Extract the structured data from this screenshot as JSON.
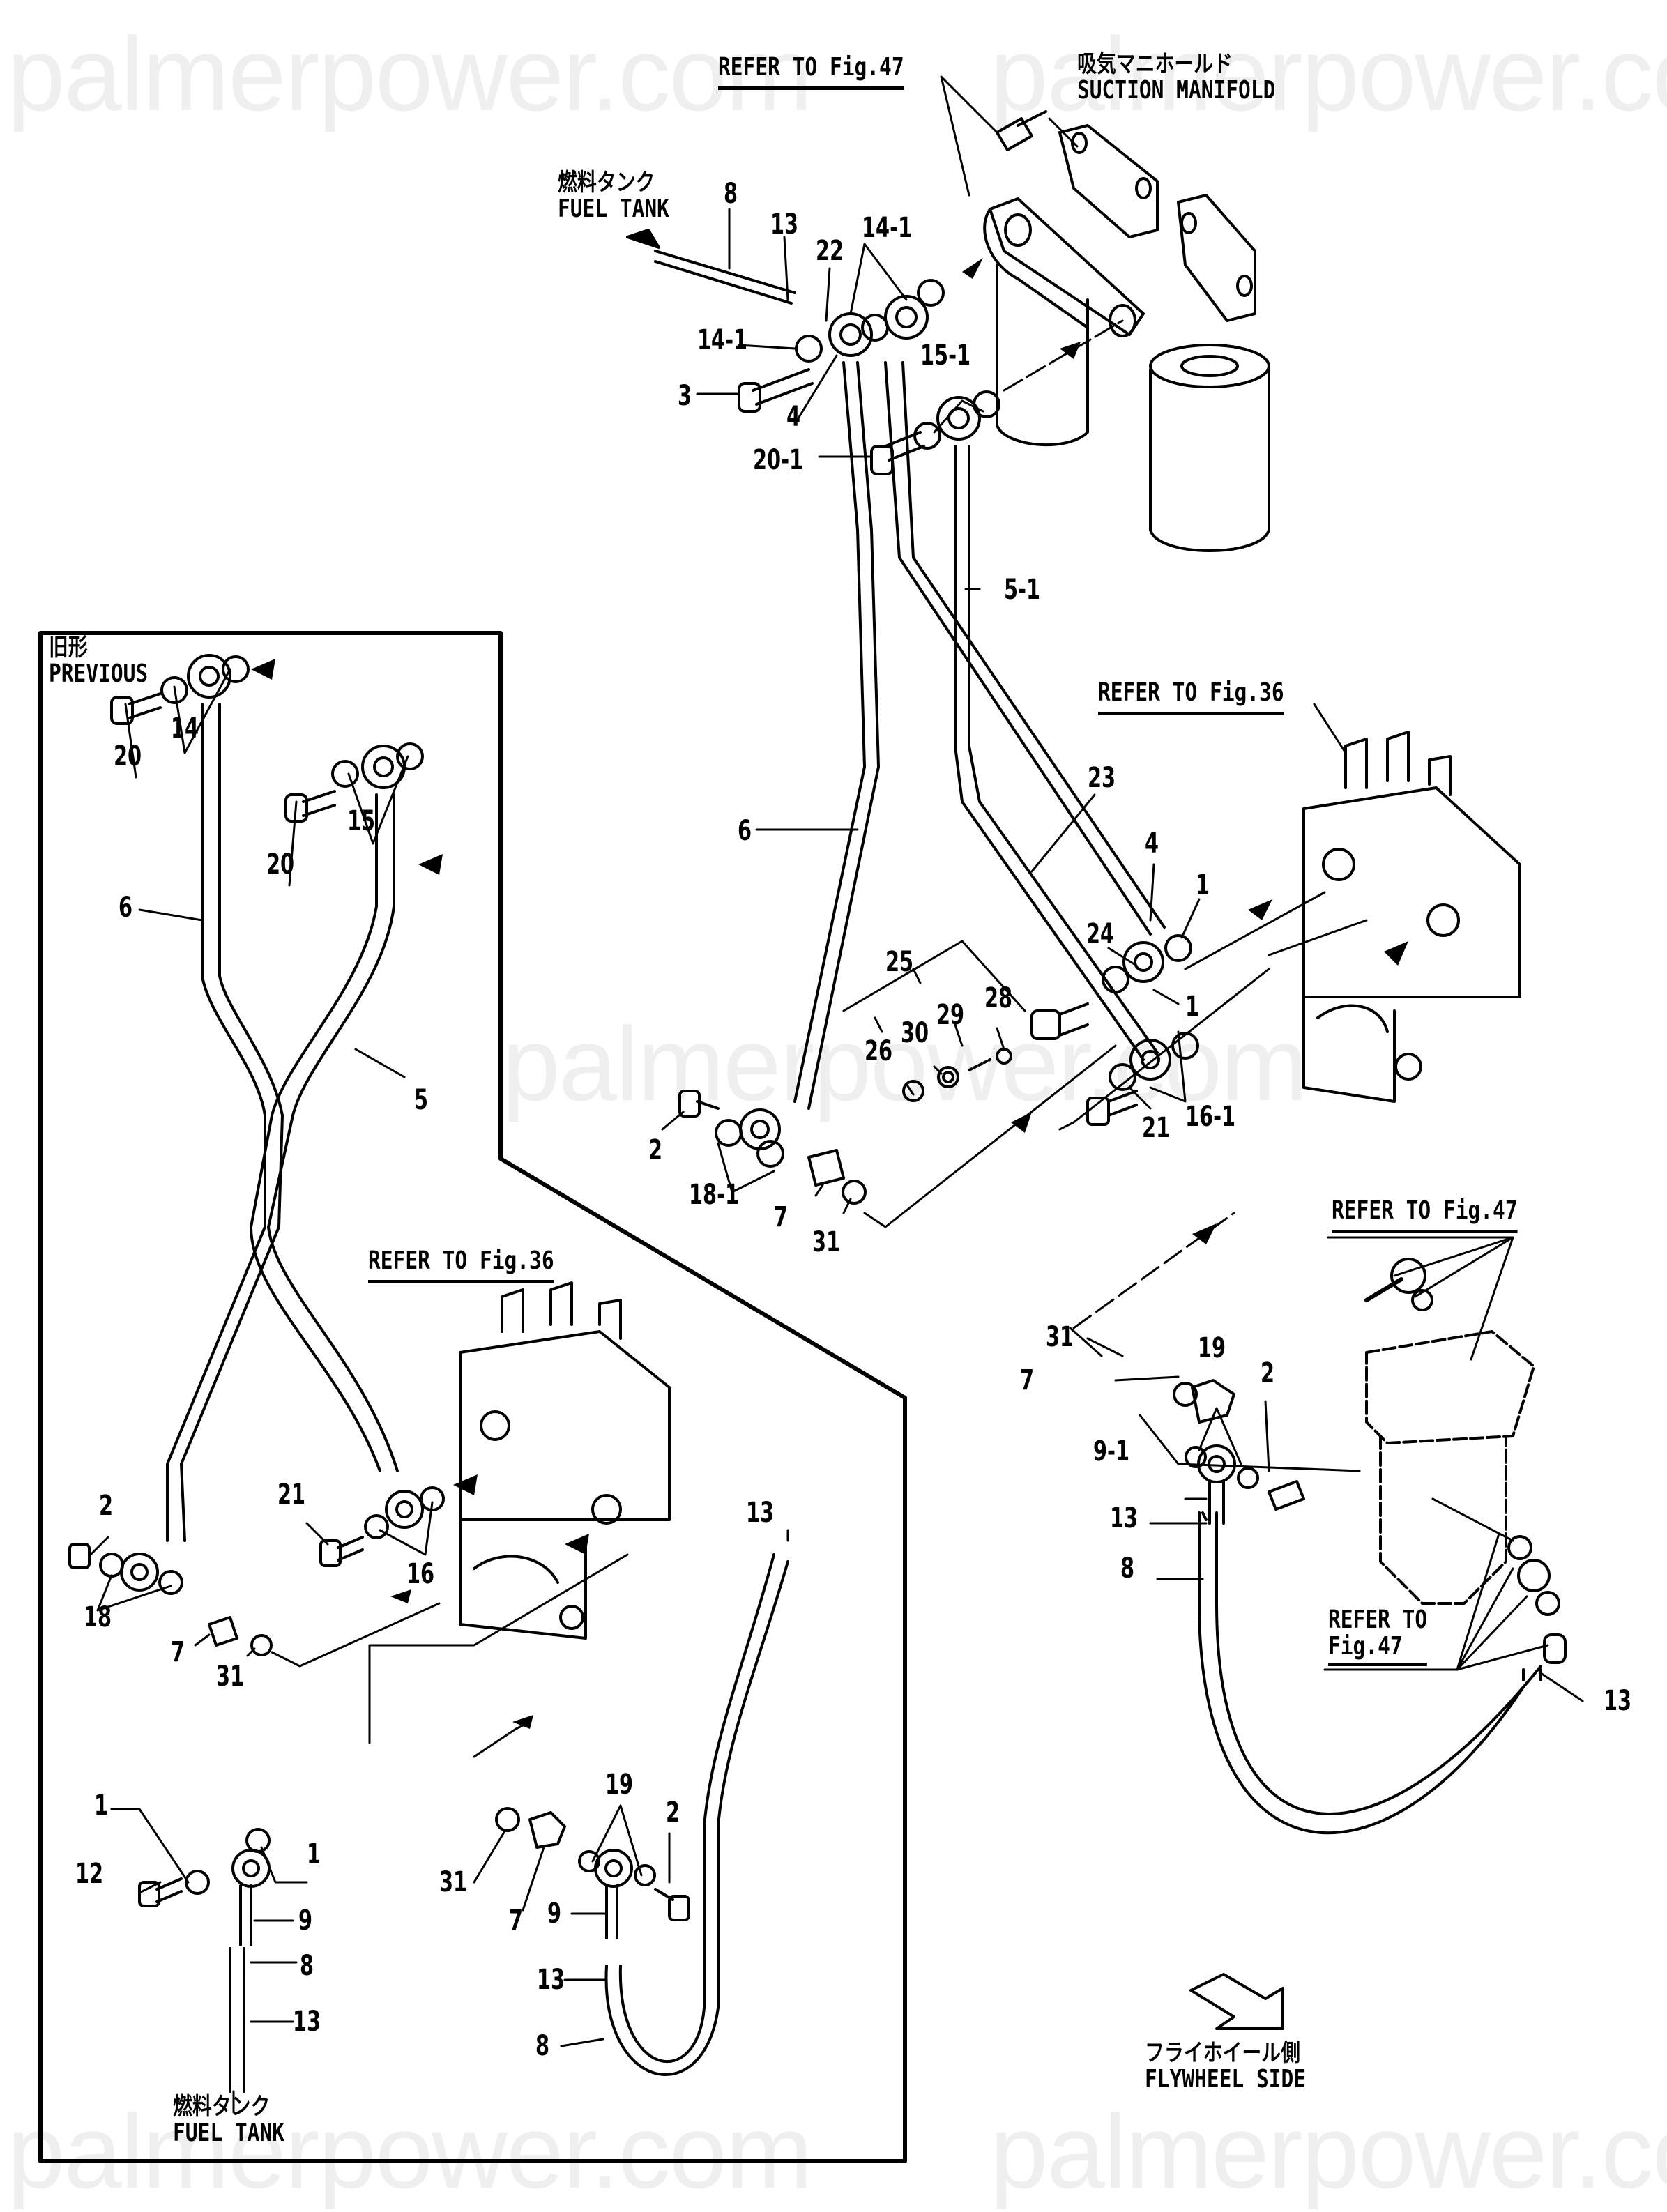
{
  "watermark": "palmerpower.com",
  "notes": {
    "refer_fig47_top": "REFER TO Fig.47",
    "suction_manifold_jp": "吸気マニホールド",
    "suction_manifold_en": "SUCTION MANIFOLD",
    "fuel_tank_top_jp": "燃料タンク",
    "fuel_tank_top_en": "FUEL TANK",
    "refer_fig36_main": "REFER TO Fig.36",
    "refer_fig47_right": "REFER TO Fig.47",
    "refer_to_right_line1": "REFER TO",
    "refer_to_right_line2": "Fig.47",
    "flywheel_jp": "フライホイール側",
    "flywheel_en": "FLYWHEEL SIDE",
    "previous_jp": "旧形",
    "previous_en": "PREVIOUS",
    "refer_fig36_inset": "REFER TO Fig.36",
    "fuel_tank_inset_jp": "燃料タンク",
    "fuel_tank_inset_en": "FUEL TANK"
  },
  "callouts_main": [
    {
      "id": "c8",
      "text": "8"
    },
    {
      "id": "c13a",
      "text": "13"
    },
    {
      "id": "c22",
      "text": "22"
    },
    {
      "id": "c14-1a",
      "text": "14-1"
    },
    {
      "id": "c14-1b",
      "text": "14-1"
    },
    {
      "id": "c3",
      "text": "3"
    },
    {
      "id": "c4a",
      "text": "4"
    },
    {
      "id": "c15-1",
      "text": "15-1"
    },
    {
      "id": "c20-1",
      "text": "20-1"
    },
    {
      "id": "c5-1",
      "text": "5-1"
    },
    {
      "id": "c6",
      "text": "6"
    },
    {
      "id": "c23",
      "text": "23"
    },
    {
      "id": "c4b",
      "text": "4"
    },
    {
      "id": "c1a",
      "text": "1"
    },
    {
      "id": "c24",
      "text": "24"
    },
    {
      "id": "c1b",
      "text": "1"
    },
    {
      "id": "c25",
      "text": "25"
    },
    {
      "id": "c28",
      "text": "28"
    },
    {
      "id": "c29",
      "text": "29"
    },
    {
      "id": "c30",
      "text": "30"
    },
    {
      "id": "c26",
      "text": "26"
    },
    {
      "id": "c2a",
      "text": "2"
    },
    {
      "id": "c18-1",
      "text": "18-1"
    },
    {
      "id": "c7a",
      "text": "7"
    },
    {
      "id": "c31a",
      "text": "31"
    },
    {
      "id": "c21",
      "text": "21"
    },
    {
      "id": "c16-1",
      "text": "16-1"
    },
    {
      "id": "c31b",
      "text": "31"
    },
    {
      "id": "c7b",
      "text": "7"
    },
    {
      "id": "c19a",
      "text": "19"
    },
    {
      "id": "c2b",
      "text": "2"
    },
    {
      "id": "c9-1",
      "text": "9-1"
    },
    {
      "id": "c13b",
      "text": "13"
    },
    {
      "id": "c8b",
      "text": "8"
    },
    {
      "id": "c13c",
      "text": "13"
    }
  ],
  "callouts_inset": [
    {
      "id": "p14",
      "text": "14"
    },
    {
      "id": "p20a",
      "text": "20"
    },
    {
      "id": "p15",
      "text": "15"
    },
    {
      "id": "p20b",
      "text": "20"
    },
    {
      "id": "p6",
      "text": "6"
    },
    {
      "id": "p5",
      "text": "5"
    },
    {
      "id": "p2",
      "text": "2"
    },
    {
      "id": "p21",
      "text": "21"
    },
    {
      "id": "p16",
      "text": "16"
    },
    {
      "id": "p18",
      "text": "18"
    },
    {
      "id": "p7a",
      "text": "7"
    },
    {
      "id": "p31a",
      "text": "31"
    },
    {
      "id": "p13a",
      "text": "13"
    },
    {
      "id": "p1a",
      "text": "1"
    },
    {
      "id": "p12",
      "text": "12"
    },
    {
      "id": "p1b",
      "text": "1"
    },
    {
      "id": "p9a",
      "text": "9"
    },
    {
      "id": "p31b",
      "text": "31"
    },
    {
      "id": "p7b",
      "text": "7"
    },
    {
      "id": "p19",
      "text": "19"
    },
    {
      "id": "p2b",
      "text": "2"
    },
    {
      "id": "p9b",
      "text": "9"
    },
    {
      "id": "p13b",
      "text": "13"
    },
    {
      "id": "p8a",
      "text": "8"
    },
    {
      "id": "p13c",
      "text": "13"
    },
    {
      "id": "p8b",
      "text": "8"
    }
  ]
}
